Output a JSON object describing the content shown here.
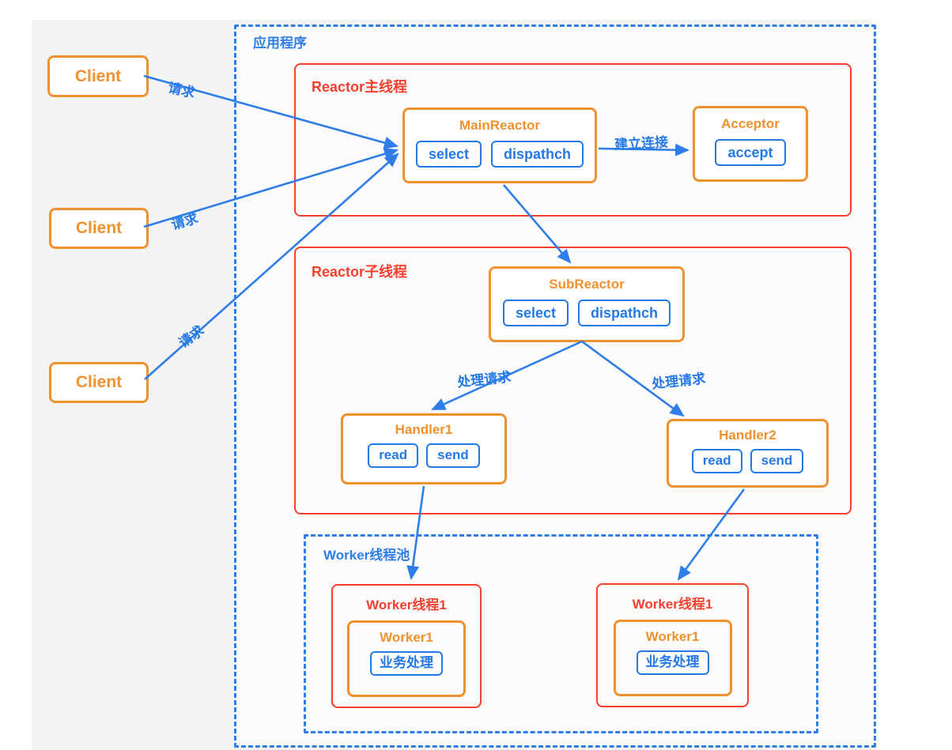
{
  "colors": {
    "orange": "#f0912f",
    "red": "#f5402e",
    "blue_accent": "#2479e9",
    "blue_dashed": "#2e7de9",
    "background": "#f3f3f4"
  },
  "clients": [
    {
      "label": "Client"
    },
    {
      "label": "Client"
    },
    {
      "label": "Client"
    }
  ],
  "edges": {
    "request": [
      "请求",
      "请求",
      "请求"
    ],
    "establish": "建立连接",
    "process": [
      "处理请求",
      "处理请求"
    ]
  },
  "app": {
    "title": "应用程序"
  },
  "main_thread": {
    "title": "Reactor主线程",
    "reactor": {
      "title": "MainReactor",
      "buttons": [
        "select",
        "dispathch"
      ]
    },
    "acceptor": {
      "title": "Acceptor",
      "button": "accept"
    }
  },
  "sub_thread": {
    "title": "Reactor子线程",
    "reactor": {
      "title": "SubReactor",
      "buttons": [
        "select",
        "dispathch"
      ]
    },
    "handlers": [
      {
        "title": "Handler1",
        "buttons": [
          "read",
          "send"
        ]
      },
      {
        "title": "Handler2",
        "buttons": [
          "read",
          "send"
        ]
      }
    ]
  },
  "worker_pool": {
    "title": "Worker线程池",
    "workers": [
      {
        "title": "Worker线程1",
        "inner_title": "Worker1",
        "button": "业务处理"
      },
      {
        "title": "Worker线程1",
        "inner_title": "Worker1",
        "button": "业务处理"
      }
    ]
  }
}
